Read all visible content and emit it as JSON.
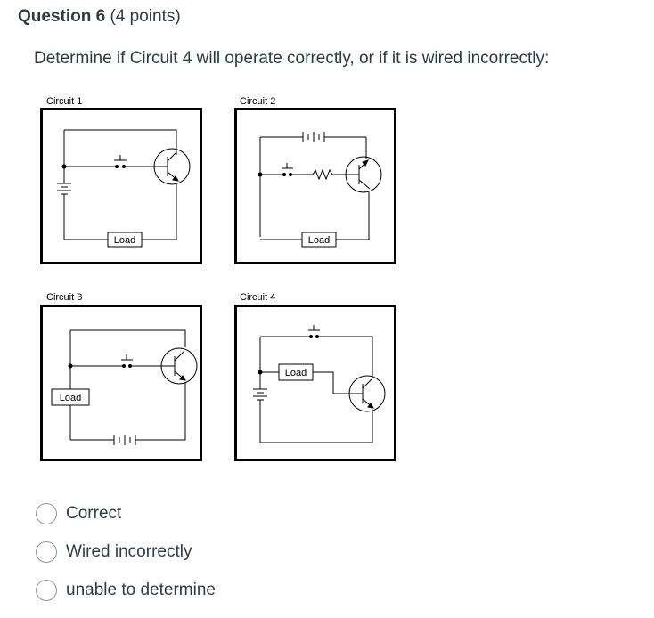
{
  "question": {
    "title": "Question 6",
    "points": "(4 points)",
    "text": "Determine if Circuit 4 will operate correctly, or if it is wired incorrectly:"
  },
  "circuits": [
    {
      "label": "Circuit 1",
      "load": "Load"
    },
    {
      "label": "Circuit 2",
      "load": "Load"
    },
    {
      "label": "Circuit 3",
      "load": "Load"
    },
    {
      "label": "Circuit 4",
      "load": "Load"
    }
  ],
  "options": [
    {
      "label": "Correct",
      "selected": false
    },
    {
      "label": "Wired incorrectly",
      "selected": false
    },
    {
      "label": "unable to determine",
      "selected": false
    }
  ]
}
